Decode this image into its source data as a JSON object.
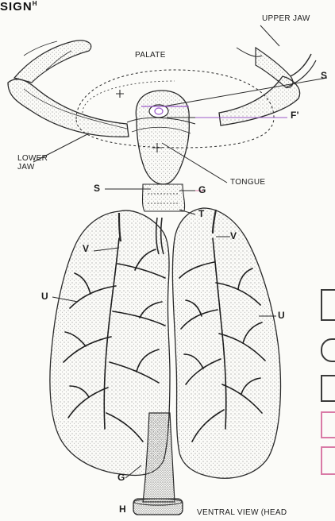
{
  "header_fragment": {
    "text": "SIGN",
    "superscript": "H"
  },
  "labels": {
    "upper_jaw": "UPPER JAW",
    "palate": "PALATE",
    "s_top": "S",
    "f_prime": "F'",
    "lower_jaw": "LOWER JAW",
    "tongue": "TONGUE",
    "s_mid": "S",
    "g_mid": "G",
    "t": "T",
    "v_left": "V",
    "v_right": "V",
    "u_left": "U",
    "u_right": "U",
    "g_bottom": "G",
    "h": "H",
    "caption": "VENTRAL VIEW (HEAD"
  },
  "colors": {
    "ink": "#1c1c1c",
    "background": "#fbfbf8",
    "accent_purple": "#9b59c9",
    "accent_pink": "#d97aa6"
  }
}
